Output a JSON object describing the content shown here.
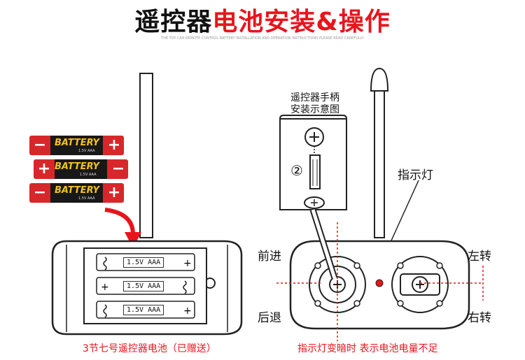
{
  "title": {
    "part1": "遥控器",
    "part2": "电池安装&操作"
  },
  "fineprint": "THE TOY CAR REMOTE CONTROL BATTERY INSTALLATION AND OPERATION INSTRUCTIONS PLEASE READ CAREFULLY",
  "battery": {
    "brand": "BATTERY",
    "spec": "1.5V AAA",
    "plus": "+",
    "minus": "−"
  },
  "compartment": {
    "cell_label": "1.5V AAA"
  },
  "left_caption": "3节七号遥控器电池（已赠送）",
  "right_caption": "指示灯变暗时 表示电池电量不足",
  "inset": {
    "line1": "遥控器手柄",
    "line2": "安装示意图",
    "step": "②"
  },
  "labels": {
    "indicator": "指示灯",
    "forward": "前进",
    "backward": "后退",
    "left": "左转",
    "right": "右转"
  },
  "colors": {
    "red": "#e8141c",
    "battery_red": "#d8272a",
    "battery_black": "#181818",
    "battery_text": "#f3c21b"
  }
}
